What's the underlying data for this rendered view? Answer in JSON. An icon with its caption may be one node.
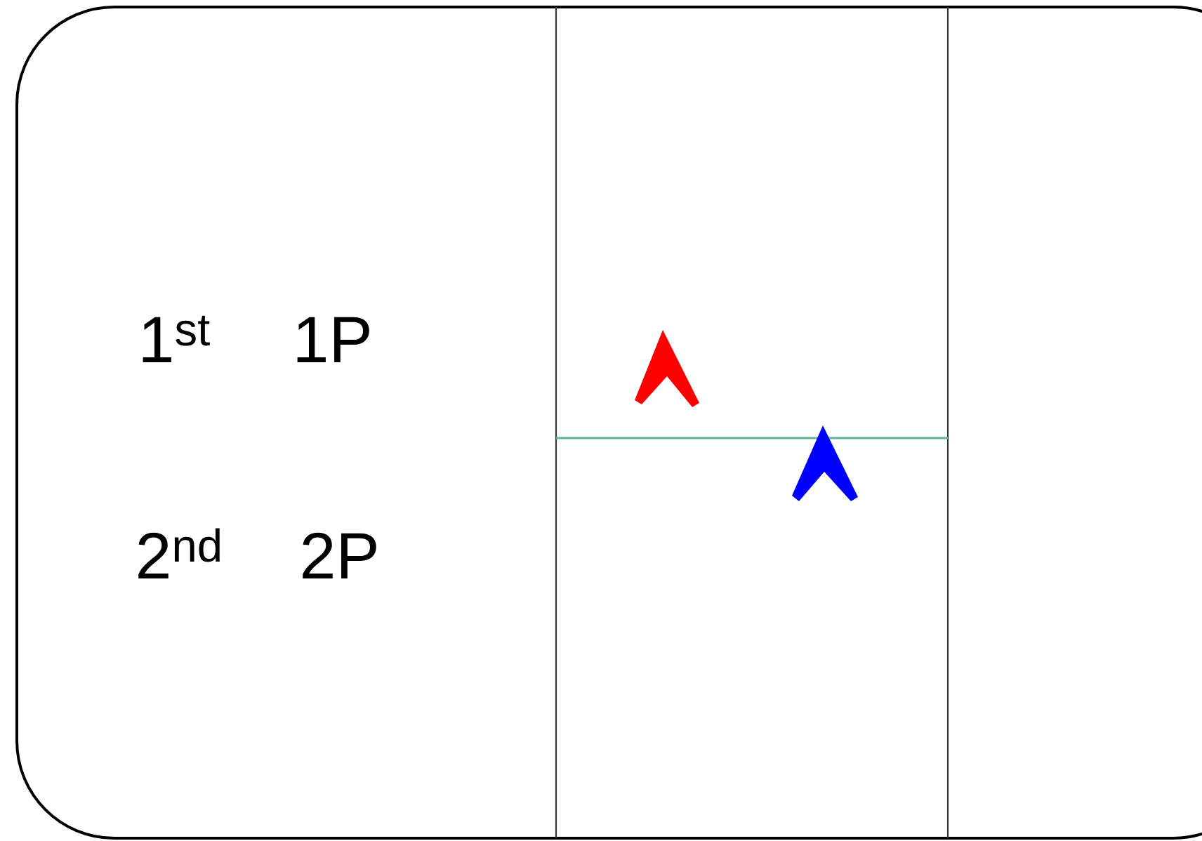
{
  "diagram": {
    "labels": [
      "1$^{st}$",
      "1P",
      "2$^{nd}$",
      "2P"
    ]
  }
}
